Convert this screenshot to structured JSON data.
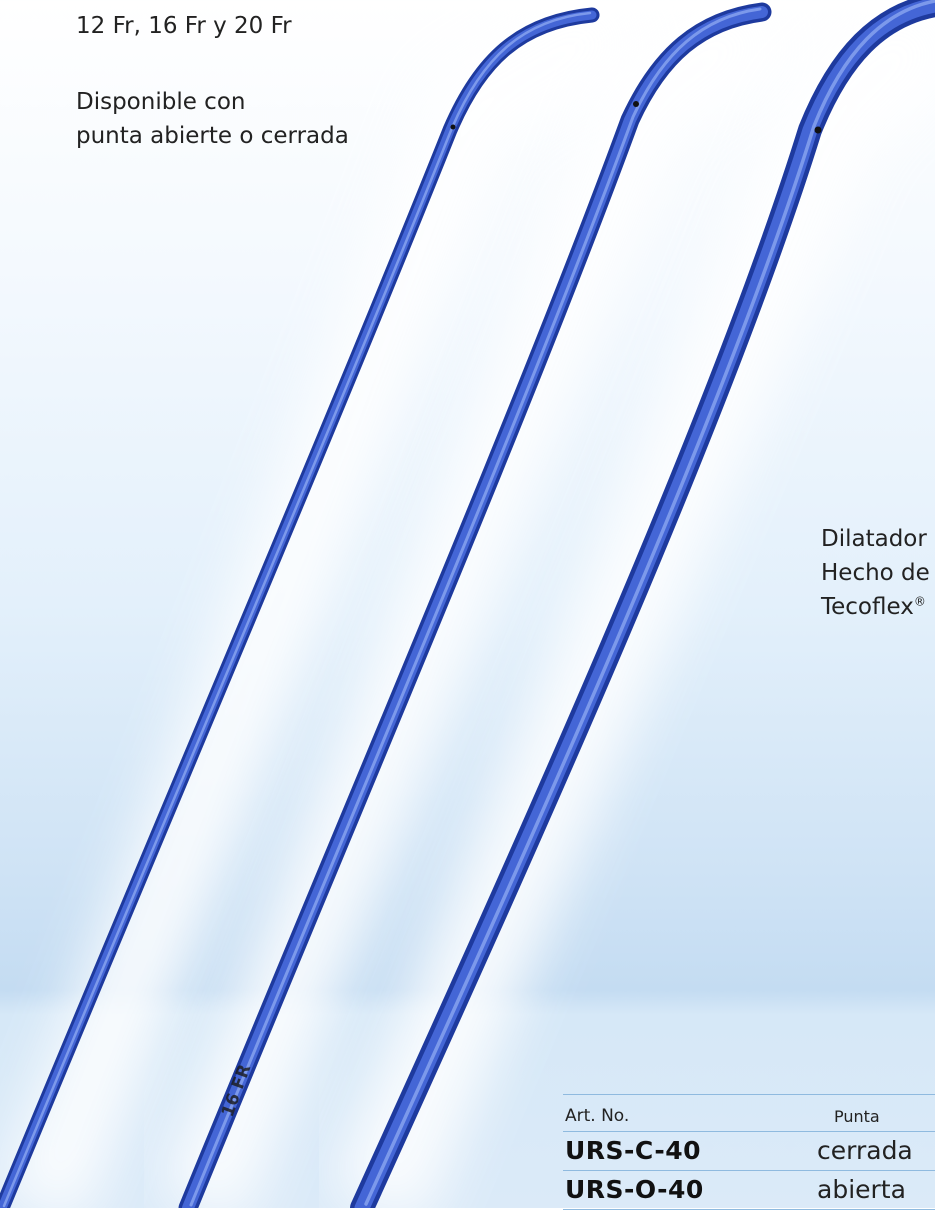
{
  "intro": {
    "sizes": "12 Fr, 16 Fr y 20 Fr",
    "availability_line1": "Disponible con",
    "availability_line2": "punta abierte o cerrada"
  },
  "description": {
    "line1": "Dilatador",
    "line2": "Hecho de",
    "line3": "Tecoflex",
    "registered_mark": "®"
  },
  "rod_label": "16 FR",
  "table": {
    "headers": [
      "Art. No.",
      "Punta"
    ],
    "rows": [
      {
        "art_no": "URS-C-40",
        "punta": "cerrada"
      },
      {
        "art_no": "URS-O-40",
        "punta": "abierta"
      }
    ]
  },
  "colors": {
    "rod_blue": "#3355c8",
    "rod_dark": "#1e3a9e",
    "rod_highlight": "#6f8ee8"
  }
}
